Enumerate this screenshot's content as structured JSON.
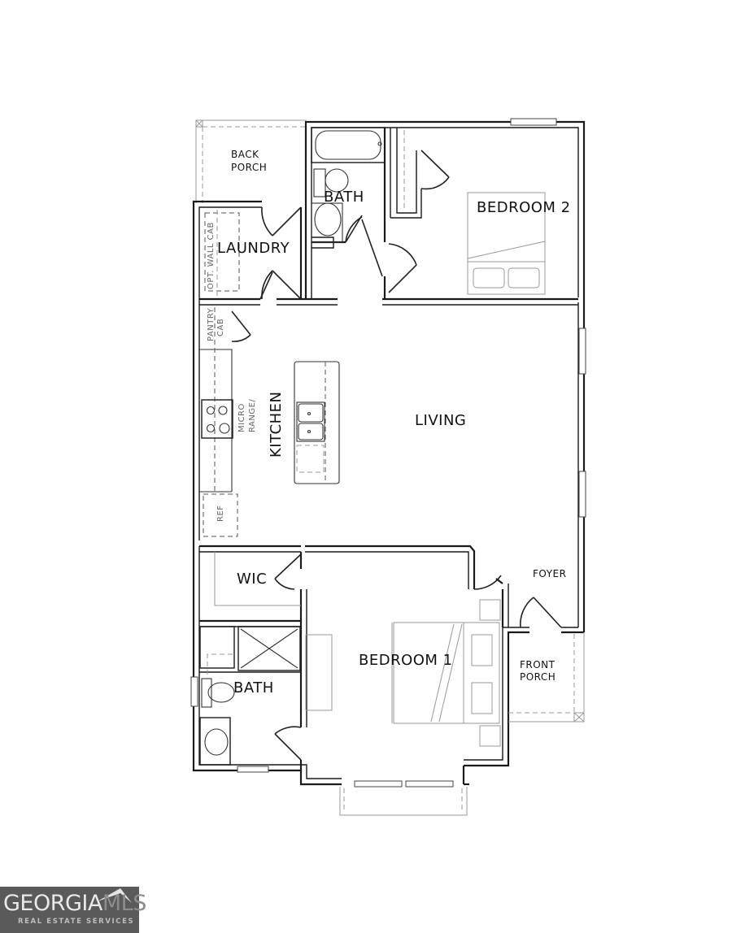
{
  "floorplan": {
    "rooms": {
      "back_porch": [
        "BACK",
        "PORCH"
      ],
      "bath_upper": "BATH",
      "bedroom_2": "BEDROOM 2",
      "laundry": "LAUNDRY",
      "opt_wall_cab": "OPT. WALL CAB",
      "pantry_cab": [
        "PANTRY",
        "CAB"
      ],
      "micro_range": [
        "MICRO",
        "RANGE/"
      ],
      "kitchen": "KITCHEN",
      "ref": "REF",
      "living": "LIVING",
      "wic": "WIC",
      "foyer": "FOYER",
      "bedroom_1": "BEDROOM 1",
      "bath_lower": "BATH",
      "front_porch": [
        "FRONT",
        "PORCH"
      ]
    }
  },
  "logo": {
    "brand_main": "GEORGIA",
    "brand_accent": "MLS",
    "tagline": "REAL ESTATE SERVICES",
    "colors": {
      "background": "#5a5a5a",
      "main_text": "#e9e9e9",
      "accent_text": "#8c8c8c"
    }
  }
}
